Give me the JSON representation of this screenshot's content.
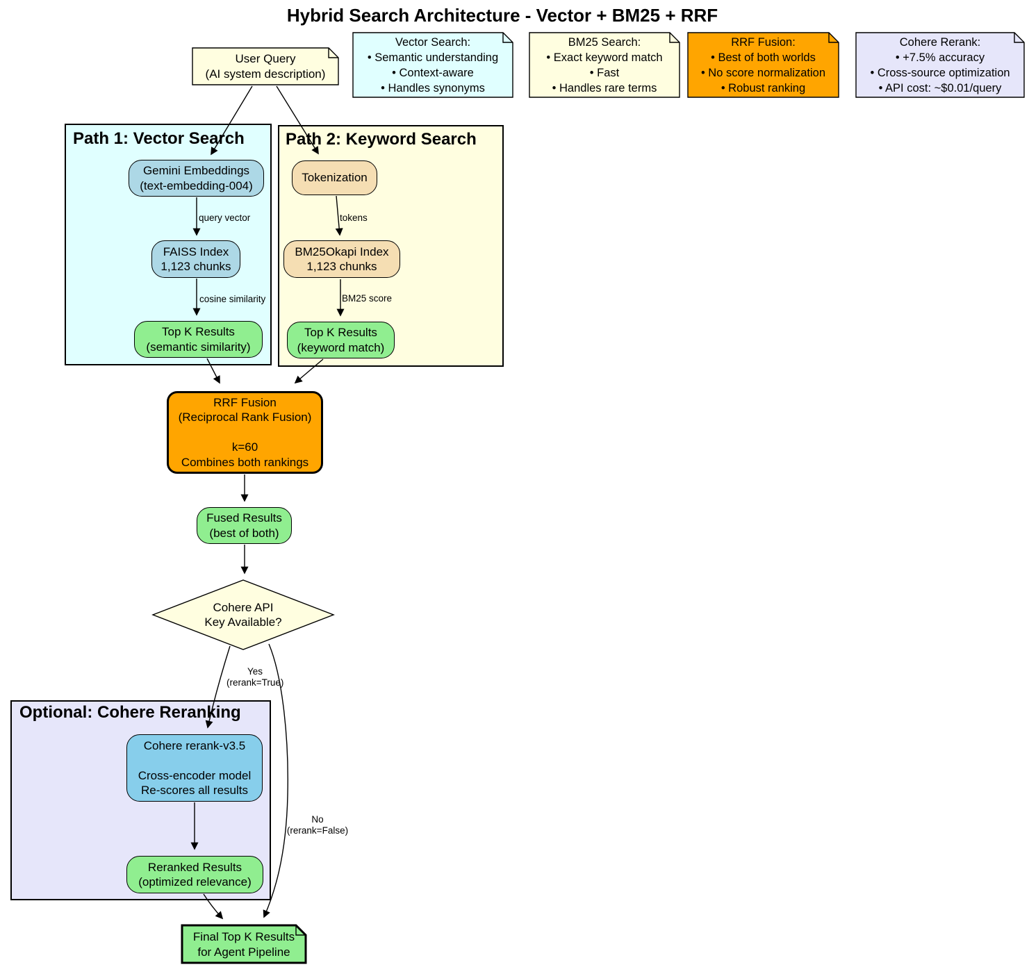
{
  "title": "Hybrid Search Architecture - Vector + BM25 + RRF",
  "legend_notes": {
    "vector_search": "Vector Search:\n• Semantic understanding\n• Context-aware\n• Handles synonyms",
    "bm25_search": "BM25 Search:\n• Exact keyword match\n• Fast\n• Handles rare terms",
    "rrf_fusion": "RRF Fusion:\n• Best of both worlds\n• No score normalization\n• Robust ranking",
    "cohere_rerank": "Cohere Rerank:\n• +7.5% accuracy\n• Cross-source optimization\n• API cost: ~$0.01/query"
  },
  "clusters": {
    "path1": "Path 1: Vector Search",
    "path2": "Path 2: Keyword Search",
    "optional": "Optional: Cohere Reranking"
  },
  "nodes": {
    "user_query": "User Query\n(AI system description)",
    "gemini": "Gemini Embeddings\n(text-embedding-004)",
    "faiss": "FAISS Index\n1,123 chunks",
    "topk_semantic": "Top K Results\n(semantic similarity)",
    "tokenization": "Tokenization",
    "bm25okapi": "BM25Okapi Index\n1,123 chunks",
    "topk_keyword": "Top K Results\n(keyword match)",
    "rrf": "RRF Fusion\n(Reciprocal Rank Fusion)\n\nk=60\nCombines both rankings",
    "fused": "Fused Results\n(best of both)",
    "decision": "Cohere API\nKey Available?",
    "cohere_model": "Cohere rerank-v3.5\n\nCross-encoder model\nRe-scores all results",
    "reranked": "Reranked Results\n(optimized relevance)",
    "final": "Final Top K Results\nfor Agent Pipeline"
  },
  "edge_labels": {
    "query_vector": "query vector",
    "cosine_similarity": "cosine similarity",
    "tokens": "tokens",
    "bm25_score": "BM25 score",
    "yes": "Yes\n(rerank=True)",
    "no": "No\n(rerank=False)"
  },
  "colors": {
    "background": "#ffffff",
    "text": "#000000",
    "edge": "#000000",
    "lightcyan_cluster": "#e0ffff",
    "lightyellow_cluster": "#fffee0",
    "lavender_cluster": "#e6e6fa",
    "lightblue_node": "#add8e6",
    "wheat_node": "#f5deb3",
    "lightgreen_node": "#90ee90",
    "orange_node": "#ffa500",
    "skyblue_node": "#87ceeb",
    "lightyellow_node": "#fffee0"
  }
}
